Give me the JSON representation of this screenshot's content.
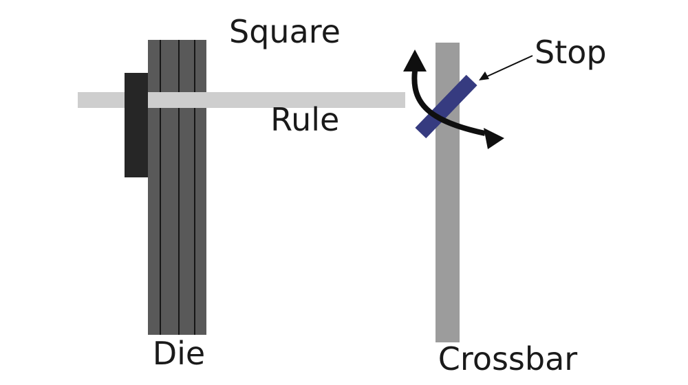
{
  "diagram": {
    "labels": {
      "square_rule": {
        "line1": "Square",
        "line2": "Rule"
      },
      "stop": "Stop",
      "die": "Die",
      "crossbar": "Crossbar"
    },
    "colors": {
      "background": "#ffffff",
      "rule_bar": "#cecece",
      "clamp": "#262626",
      "die": "#595959",
      "die_groove": "#161616",
      "crossbar": "#9c9c9c",
      "stop": "#363b80",
      "arrow": "#0f0f0f",
      "text": "#1a1a1a"
    },
    "icons": {
      "rotation_arrow": "curved-double-headed-arrow",
      "leader_arrow": "thin-pointer-arrow"
    }
  }
}
